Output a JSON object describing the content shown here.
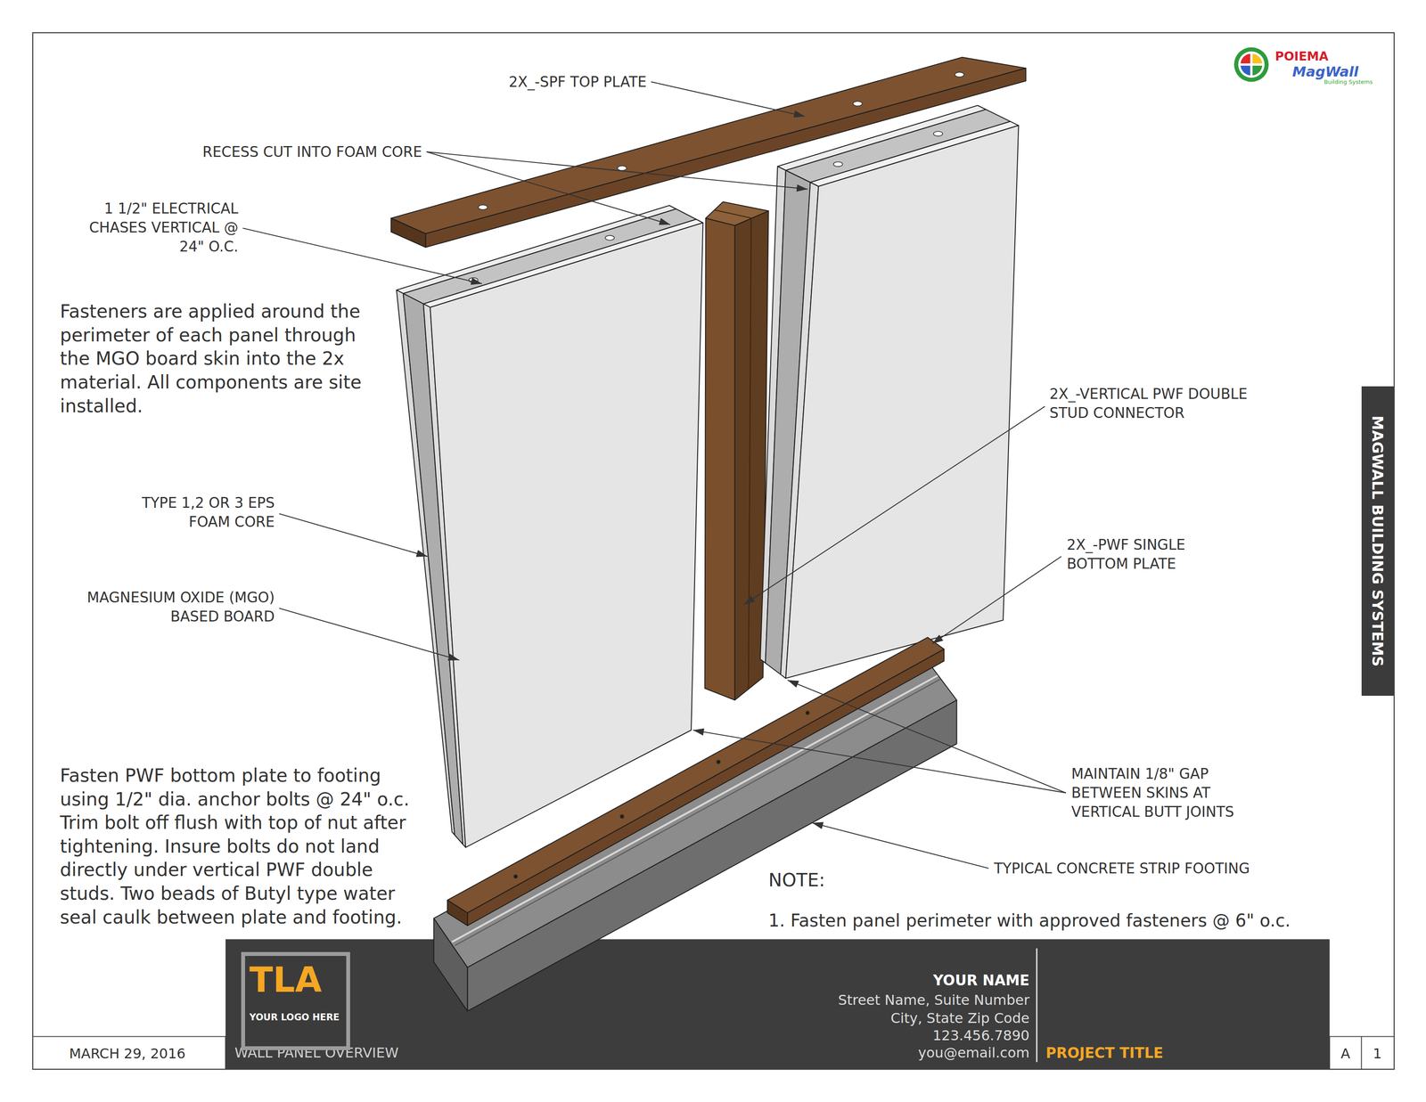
{
  "diagram": {
    "nodes": [
      {
        "text": [
          "MAGWALL BUILDING SYSTEMS"
        ]
      },
      {
        "text": [
          "WALL PANEL OVERVIEW",
          "YOUR NAME",
          "Street Name, Suite Number",
          "City, State Zip Code",
          "123.456.7890",
          "you@email.com",
          "PROJECT TITLE"
        ]
      },
      {
        "text": [
          "TLA",
          "YOUR LOGO HERE"
        ],
        "in": 1
      }
    ],
    "labels": [
      "POIEMA",
      "MagWall",
      "Building Systems",
      "2X_-SPF TOP PLATE",
      "RECESS CUT INTO FOAM CORE",
      "1 1/2\" ELECTRICAL CHASES VERTICAL @ 24\" O.C.",
      "Fasteners are applied around the perimeter of each panel through the MGO board skin into the 2x material. All components are site installed.",
      "2X_-VERTICAL PWF DOUBLE STUD CONNECTOR",
      "TYPE 1,2 OR 3 EPS FOAM CORE",
      "2X_-PWF SINGLE BOTTOM PLATE",
      "MAGNESIUM OXIDE (MGO) BASED BOARD",
      "MAINTAIN 1/8\" GAP BETWEEN SKINS AT VERTICAL BUTT JOINTS",
      "Fasten PWF bottom plate to footing using 1/2\" dia. anchor bolts @ 24\" o.c. Trim bolt off flush with top of nut after tightening. Insure bolts do not land directly under vertical PWF double studs. Two beads of Butyl type water seal caulk between plate and footing.",
      "TYPICAL CONCRETE STRIP FOOTING",
      "NOTE:",
      "1. Fasten panel perimeter with approved fasteners @ 6\" o.c.",
      "MARCH 29, 2016",
      "A",
      "1"
    ]
  }
}
